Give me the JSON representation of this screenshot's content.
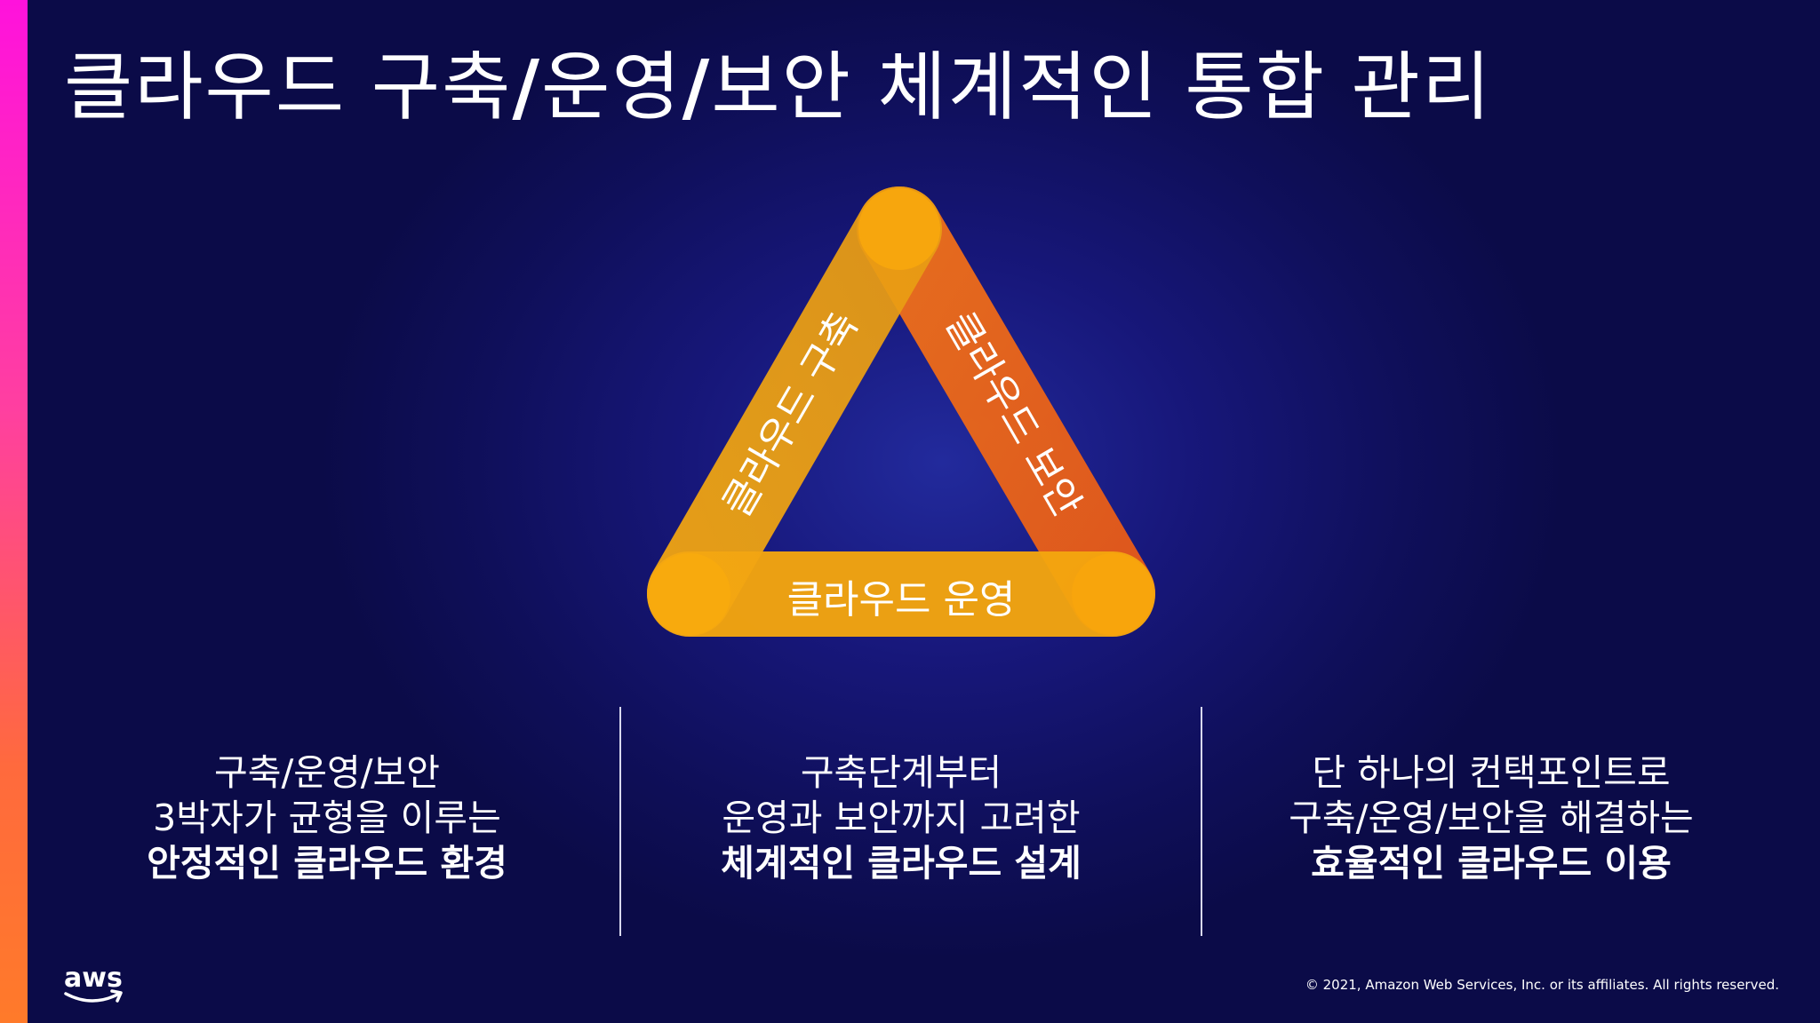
{
  "title": {
    "part1": "클라우드 구축",
    "slash1": "/",
    "part2": "운영",
    "slash2": "/",
    "part3": "보안 체계적인 통합 관리"
  },
  "triangle": {
    "left_label": "클라우드 구축",
    "right_label": "클라우드 보안",
    "bottom_label": "클라우드 운영"
  },
  "columns": [
    {
      "line1": "구축/운영/보안",
      "line2": "3박자가 균형을 이루는",
      "line3": "안정적인 클라우드 환경"
    },
    {
      "line1": "구축단계부터",
      "line2": "운영과 보안까지 고려한",
      "line3": "체계적인 클라우드 설계"
    },
    {
      "line1": "단 하나의 컨택포인트로",
      "line2": "구축/운영/보안을 해결하는",
      "line3": "효율적인 클라우드 이용"
    }
  ],
  "footer": {
    "logo_text": "aws",
    "copyright": "© 2021, Amazon Web Services, Inc. or its affiliates. All rights reserved."
  },
  "colors": {
    "background": "#14146a",
    "accent_bar_top": "#ff12dc",
    "accent_bar_bottom": "#ff7a2a",
    "band_left": "#f2a20f",
    "band_right": "#e8661c",
    "band_bottom": "#f7a910"
  },
  "icons": {
    "logo": "aws-smile-logo"
  }
}
